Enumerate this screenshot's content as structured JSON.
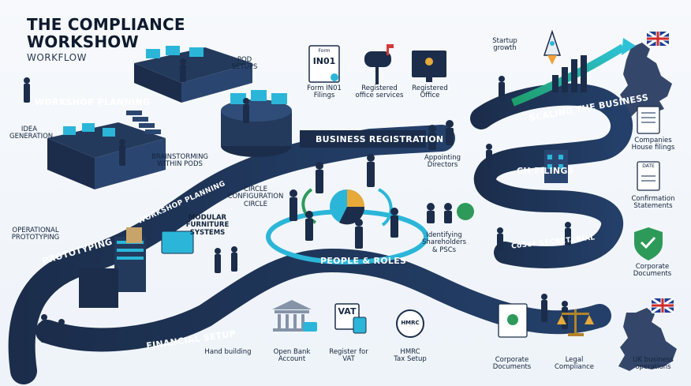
{
  "header": {
    "title_line1": "THE COMPLIANCE",
    "title_line2": "WORKSHOW",
    "subtitle": "WORKFLOW"
  },
  "path_labels": {
    "workshop_planning": "WORKSHOP PLANNING",
    "business_registration": "BUSINESS REGISTRATION",
    "workshop_planning_curve": "WORKSHOP PLANNING",
    "prototyping": "PROTOTYPING",
    "people_roles": "PEOPLE & ROLES",
    "financial_setup": "FINANCIAL SETUP",
    "scaling": "SCALING THE BUSINESS",
    "ch_filings": "CH FILINGS",
    "cosec": "CoSec SECRETARIAL"
  },
  "labels": {
    "idea_generation": "IDEA\nGENERATION",
    "pod_setups": "POD\nSETUPS",
    "brainstorming": "BRAINSTORMING\nWITHIN PODS",
    "circle_config": "CIRCLE\nCONFIGURATION\nCIRCLE",
    "operational_prototyping": "OPERATIONAL\nPROTOTYPING",
    "modular_furniture": "MODULAR\nFURNITURE\nSYSTEMS",
    "form_in01": "Form IN01\nFilings",
    "registered_office_services": "Registered\noffice services",
    "registered_office": "Registered\nOffice",
    "appointing_directors": "Appointing\nDirectors",
    "identifying_shareholders": "Identifying\nShareholders\n& PSCs",
    "hand_building": "Hand building",
    "open_bank": "Open Bank\nAccount",
    "register_vat": "Register for\nVAT",
    "hmrc_tax": "HMRC\nTax Setup",
    "startup_growth": "Startup\ngrowth",
    "companies_house": "Companies\nHouse filings",
    "confirmation_statements": "Confirmation\nStatements",
    "corporate_documents_right": "Corporate\nDocuments",
    "corporate_documents_bottom": "Corporate\nDocuments",
    "legal_compliance": "Legal\nCompliance",
    "uk_business_ops": "UK business\noperations"
  },
  "icon_text": {
    "form_word": "Form",
    "form_code": "IN01",
    "vat": "VAT",
    "hmrc": "HMRC",
    "date": "DATE"
  },
  "colors": {
    "navy": "#1c2f4d",
    "teal": "#1aa3a3",
    "cyan": "#2bb6d9",
    "green": "#2e9a5a",
    "gold": "#e6a93a"
  }
}
